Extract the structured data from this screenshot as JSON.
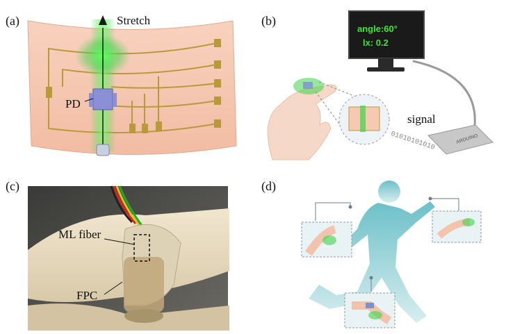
{
  "panels": {
    "a": {
      "label": "(a)",
      "stretch": "Stretch",
      "pd": "PD"
    },
    "b": {
      "label": "(b)",
      "monitor_line1": "angle:60°",
      "monitor_line2": "lx: 0.2",
      "signal": "signal",
      "binary": "01010101010",
      "board": "ARDUINO"
    },
    "c": {
      "label": "(c)",
      "ml_fiber": "ML fiber",
      "fpc": "FPC"
    },
    "d": {
      "label": "(d)"
    }
  },
  "colors": {
    "skin": "#f6c9b3",
    "gold": "#b89a3a",
    "green": "#3fd34a",
    "teal": "#8fd3d8",
    "monitor": "#1a1a1a",
    "monitor_text": "#39e639"
  }
}
